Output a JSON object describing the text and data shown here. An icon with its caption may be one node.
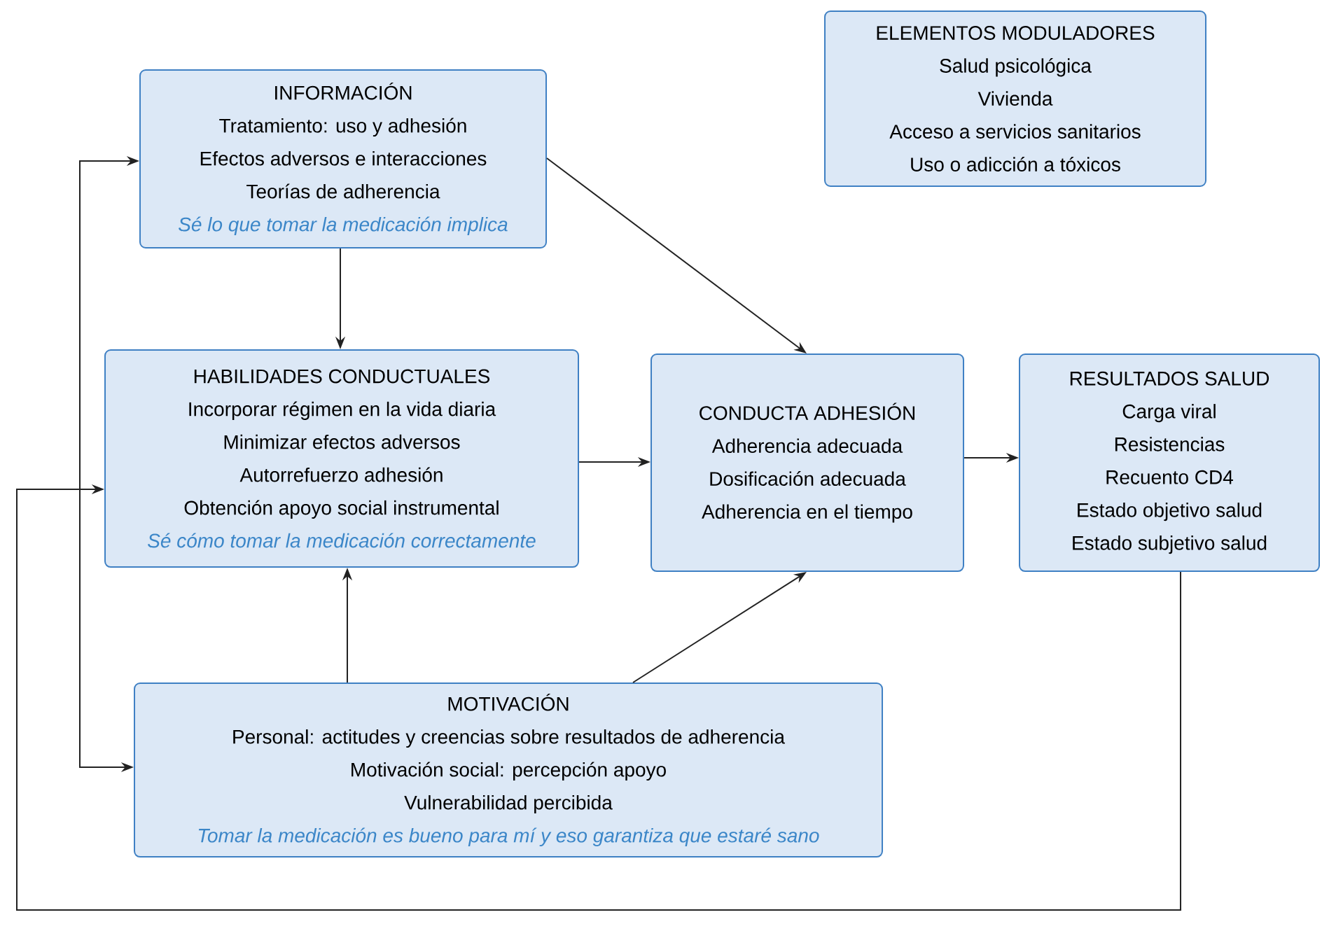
{
  "diagram": {
    "nodes": [
      {
        "text": [
          "INFORMACIÓN",
          "Tratamiento: uso y adhesión",
          "Efectos adversos e interacciones",
          "Teorías de adherencia",
          "Sé lo que tomar la medicación implica"
        ]
      },
      {
        "text": [
          "HABILIDADES CONDUCTUALES",
          "Incorporar régimen en la vida diaria",
          "Minimizar efectos adversos",
          "Autorrefuerzo adhesión",
          "Obtención apoyo social instrumental",
          "Sé cómo tomar la medicación correctamente"
        ]
      },
      {
        "text": [
          "CONDUCTA ADHESIÓN",
          "Adherencia adecuada",
          "Dosificación adecuada",
          "Adherencia en el tiempo"
        ]
      },
      {
        "text": [
          "MOTIVACIÓN",
          "Personal: actitudes y creencias sobre resultados de adherencia",
          "Motivación social: percepción apoyo",
          "Vulnerabilidad percibida",
          "Tomar la medicación es bueno para mí y eso garantiza que estaré sano"
        ]
      },
      {
        "text": [
          "RESULTADOS SALUD",
          "Carga viral",
          "Resistencias",
          "Recuento CD4",
          "Estado objetivo salud",
          "Estado subjetivo salud"
        ]
      },
      {
        "text": [
          "ELEMENTOS MODULADORES",
          "Salud psicológica",
          "Vivienda",
          "Acceso a servicios sanitarios",
          "Uso o adicción a tóxicos"
        ]
      }
    ],
    "edges": [
      {
        "from": 0,
        "to": 1,
        "arrow": "to"
      },
      {
        "from": 0,
        "to": 2,
        "arrow": "to"
      },
      {
        "from": 1,
        "to": 2,
        "arrow": "to"
      },
      {
        "from": 3,
        "to": 1,
        "arrow": "to"
      },
      {
        "from": 3,
        "to": 2,
        "arrow": "to"
      },
      {
        "from": 2,
        "to": 4,
        "arrow": "to"
      },
      {
        "from": 4,
        "to": 1,
        "arrow": "to"
      },
      {
        "from": 0,
        "to": 3,
        "arrow": "both"
      }
    ]
  }
}
